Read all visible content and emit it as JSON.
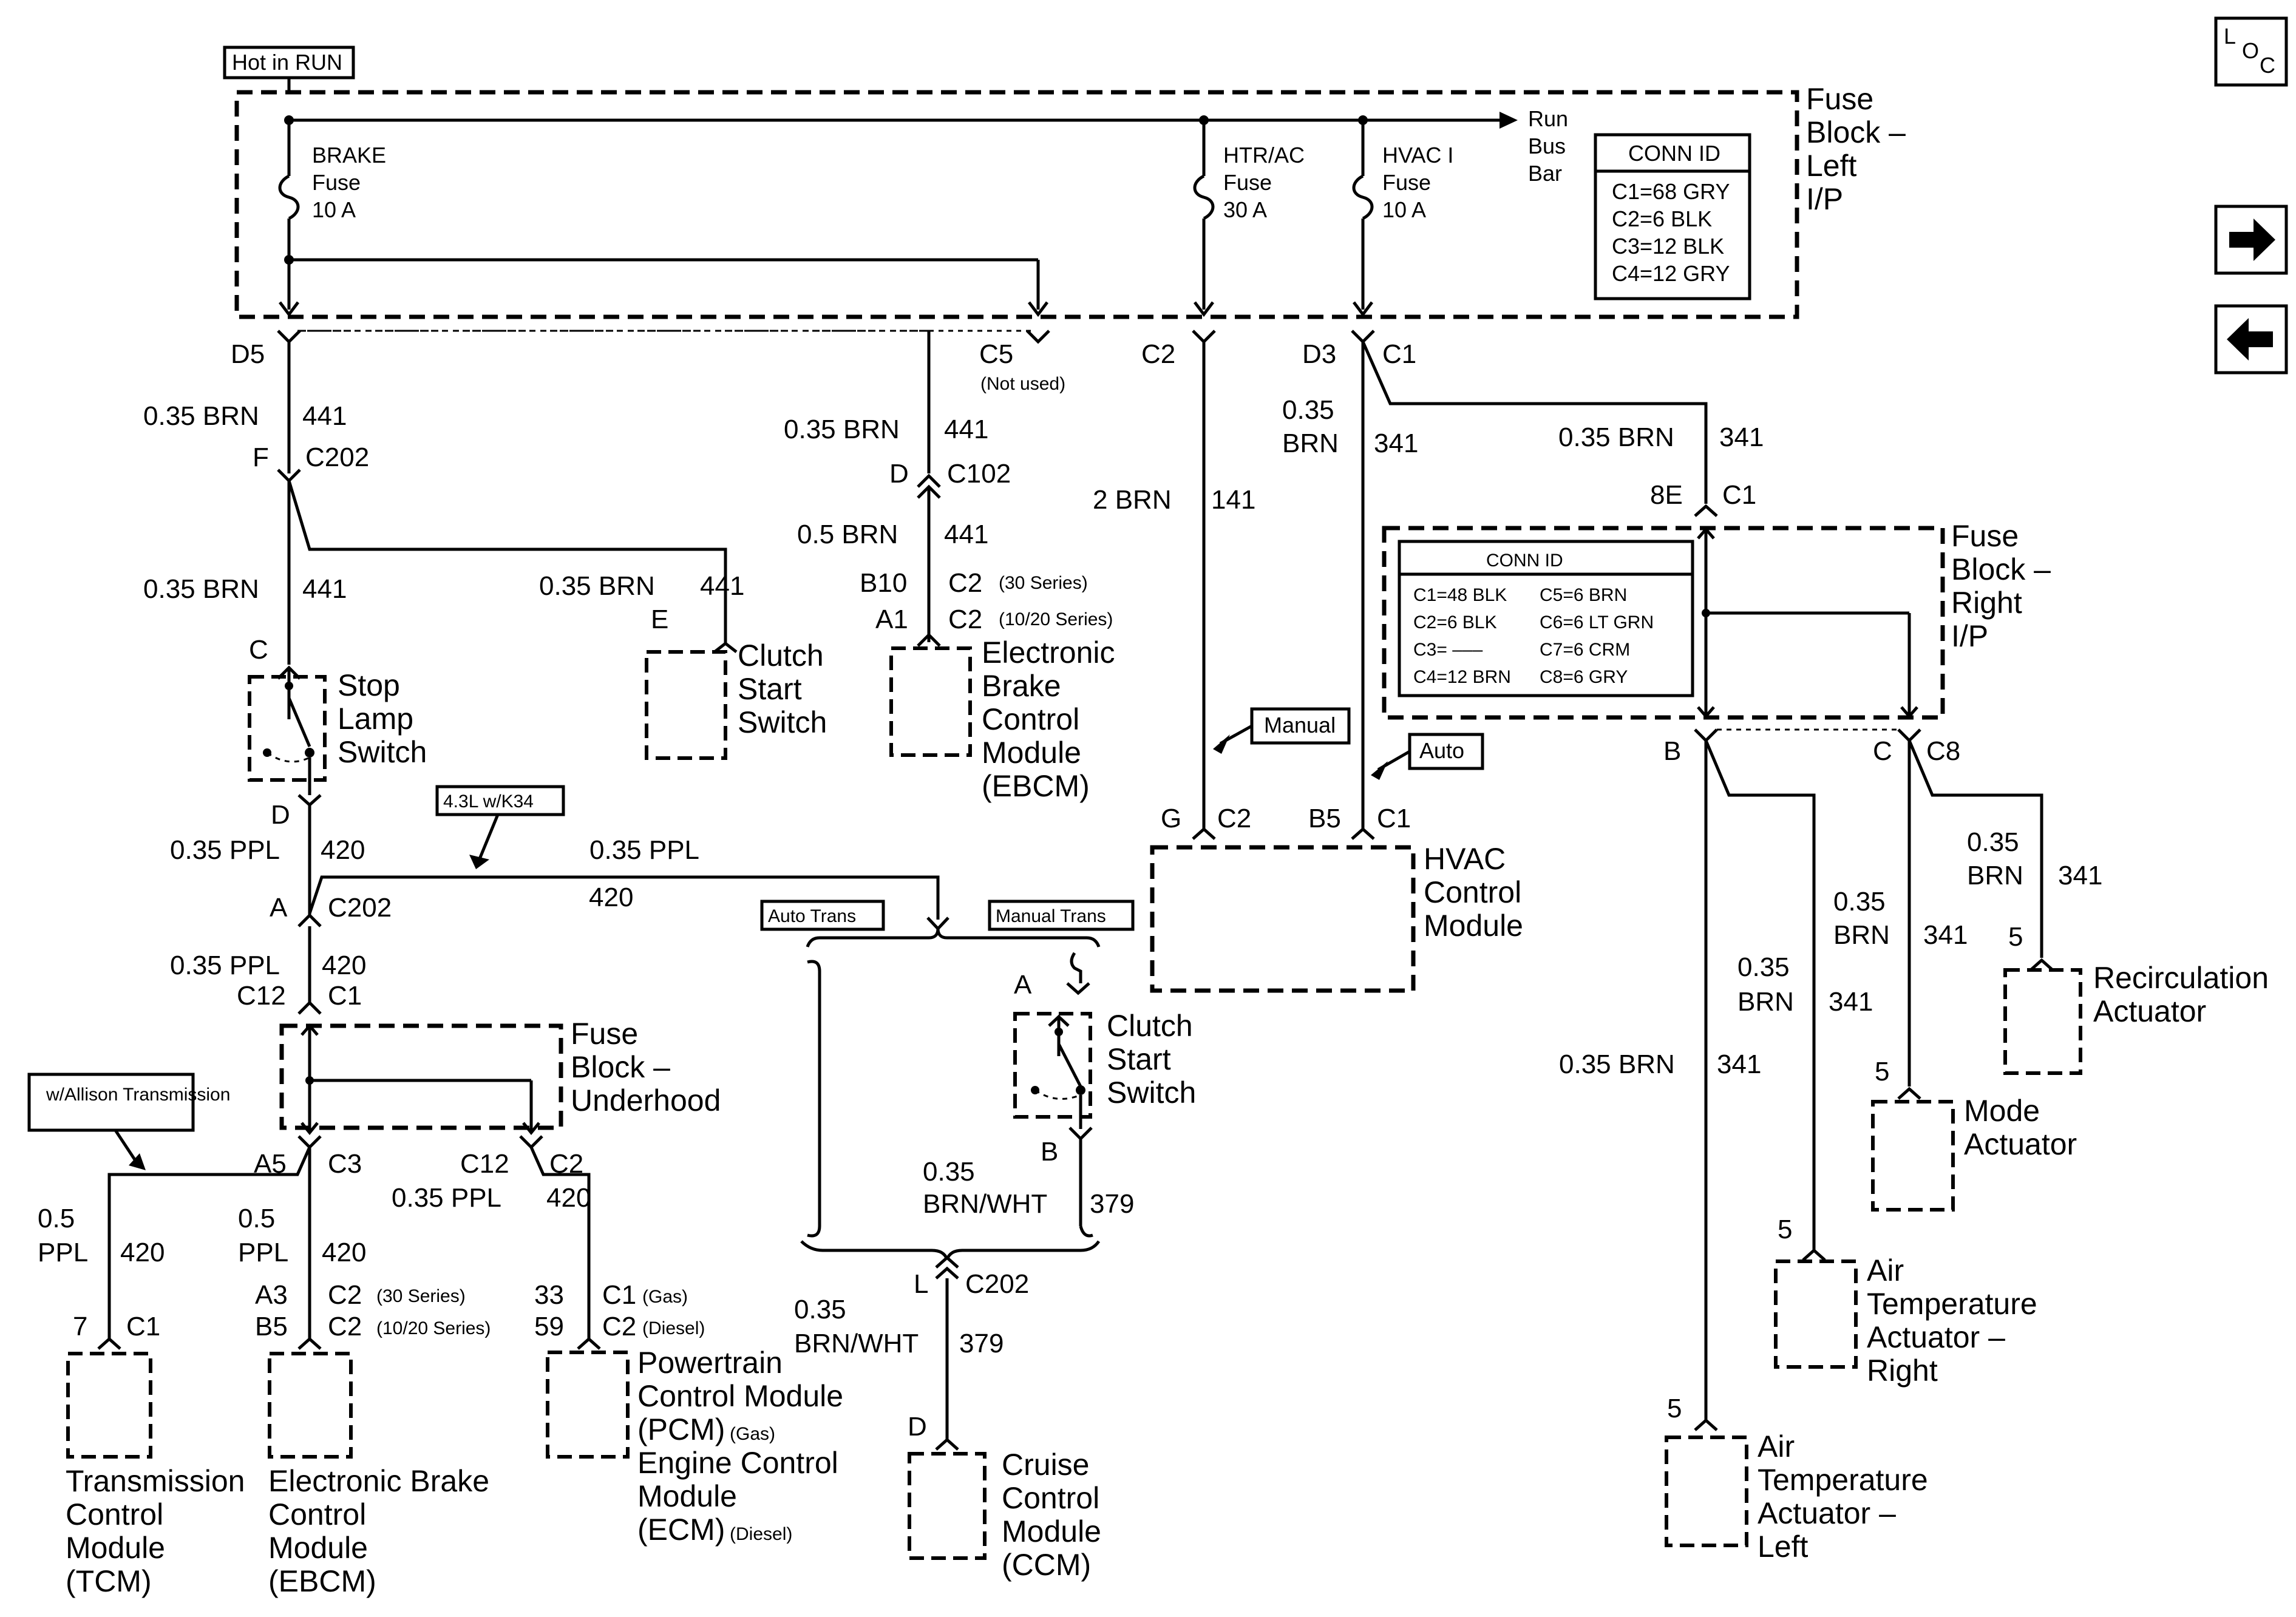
{
  "nav": {
    "loc_icon": "loc-icon",
    "next_icon": "arrow-right-icon",
    "prev_icon": "arrow-left-icon"
  },
  "tags": {
    "hot_in_run": "Hot in RUN",
    "k34": "4.3L w/K34",
    "allison": "w/Allison Transmission",
    "auto_trans": "Auto Trans",
    "manual_trans": "Manual Trans",
    "manual": "Manual",
    "auto": "Auto"
  },
  "fuse_block_left": {
    "title_lines": [
      "Fuse",
      "Block –",
      "Left",
      "I/P"
    ],
    "run_bus_lines": [
      "Run",
      "Bus",
      "Bar"
    ],
    "brake_fuse_lines": [
      "BRAKE",
      "Fuse",
      "10 A"
    ],
    "htr_fuse_lines": [
      "HTR/AC",
      "Fuse",
      "30 A"
    ],
    "hvac_fuse_lines": [
      "HVAC I",
      "Fuse",
      "10 A"
    ],
    "conn_id_title": "CONN ID",
    "conn_id": [
      "C1=68 GRY",
      "C2=6 BLK",
      "C3=12 BLK",
      "C4=12 GRY"
    ]
  },
  "fuse_block_right": {
    "title_lines": [
      "Fuse",
      "Block –",
      "Right",
      "I/P"
    ],
    "conn_id_title": "CONN ID",
    "conn_id_col1": [
      "C1=48 BLK",
      "C2=6 BLK",
      "C3= –––",
      "C4=12 BRN"
    ],
    "conn_id_col2": [
      "C5=6 BRN",
      "C6=6 LT GRN",
      "C7=6 CRM",
      "C8=6 GRY"
    ]
  },
  "fuse_block_underhood": {
    "title_lines": [
      "Fuse",
      "Block –",
      "Underhood"
    ]
  },
  "pins": {
    "d5": "D5",
    "c5": "C5",
    "not_used": "(Not used)",
    "c2_top": "C2",
    "d3": "D3",
    "c1_top": "C1",
    "f": "F",
    "c202_f": "C202",
    "d_c102": "D",
    "c102": "C102",
    "b10": "B10",
    "c2_30": "C2",
    "series_30": "(30 Series)",
    "a1": "A1",
    "c2_1020": "C2",
    "series_1020": "(10/20 Series)",
    "e": "E",
    "c_stop": "C",
    "d_stop": "D",
    "a_c202": "A",
    "c202_a": "C202",
    "c12_uh": "C12",
    "c1_uh": "C1",
    "a5": "A5",
    "c3_uh": "C3",
    "c12_b": "C12",
    "c2_b": "C2",
    "pin7": "7",
    "c1_tcm": "C1",
    "a3": "A3",
    "c2_30b": "C2",
    "series_30b": "(30 Series)",
    "b5_ebcm": "B5",
    "c2_1020b": "C2",
    "series_1020b": "(10/20 Series)",
    "n33": "33",
    "c1_gas": "C1",
    "gas1": "(Gas)",
    "n59": "59",
    "c2_diesel": "C2",
    "diesel1": "(Diesel)",
    "a_clutch": "A",
    "b_clutch": "B",
    "l": "L",
    "c202_l": "C202",
    "d_ccm": "D",
    "g": "G",
    "c2_hvac": "C2",
    "b5_hvac": "B5",
    "c1_hvac": "C1",
    "e8": "8E",
    "c1_r": "C1",
    "b_r": "B",
    "c_r": "C",
    "c8": "C8",
    "p5_recirc": "5",
    "p5_mode": "5",
    "p5_airr": "5",
    "p5_airl": "5"
  },
  "wires": {
    "w1_color": "0.35 BRN",
    "w1_num": "441",
    "w2_color": "0.35 BRN",
    "w2_num": "441",
    "w3_color": "0.5 BRN",
    "w3_num": "441",
    "w4_color": "0.35 BRN",
    "w4_num": "441",
    "w5_color": "0.35 BRN",
    "w5_num": "441",
    "w6_color": "2 BRN",
    "w6_num": "141",
    "w7_color_1": "0.35",
    "w7_color_2": "BRN",
    "w7_num": "341",
    "w8_color": "0.35 BRN",
    "w8_num": "341",
    "w9_color": "0.35 PPL",
    "w9_num": "420",
    "w10_color": "0.35 PPL",
    "w10_num": "420",
    "w11_color": "0.35 PPL",
    "w11_num": "420",
    "w12_color_1": "0.5",
    "w12_color_2": "PPL",
    "w12_num": "420",
    "w13_color_1": "0.5",
    "w13_color_2": "PPL",
    "w13_num": "420",
    "w14_color": "0.35 PPL",
    "w14_num": "420",
    "w15_color_1": "0.35",
    "w15_color_2": "BRN/WHT",
    "w15_num": "379",
    "w16_color_1": "0.35",
    "w16_color_2": "BRN/WHT",
    "w16_num": "379",
    "w17_color": "0.35 BRN",
    "w17_num": "341",
    "w18_color_1": "0.35",
    "w18_color_2": "BRN",
    "w18_num": "341",
    "w19_color_1": "0.35",
    "w19_color_2": "BRN",
    "w19_num": "341",
    "w20_color_1": "0.35",
    "w20_color_2": "BRN",
    "w20_num": "341"
  },
  "components": {
    "stop_lamp": [
      "Stop",
      "Lamp",
      "Switch"
    ],
    "clutch_top": [
      "Clutch",
      "Start",
      "Switch"
    ],
    "ebcm_top": [
      "Electronic",
      "Brake",
      "Control",
      "Module",
      "(EBCM)"
    ],
    "hvac": [
      "HVAC",
      "Control",
      "Module"
    ],
    "clutch_mid": [
      "Clutch",
      "Start",
      "Switch"
    ],
    "tcm": [
      "Transmission",
      "Control",
      "Module",
      "(TCM)"
    ],
    "ebcm_bottom": [
      "Electronic Brake",
      "Control",
      "Module",
      "(EBCM)"
    ],
    "pcm_1": "Powertrain",
    "pcm_2": "Control Module",
    "pcm_3": "(PCM)",
    "pcm_gas": "(Gas)",
    "ecm_1": "Engine Control",
    "ecm_2": "Module",
    "ecm_3": "(ECM)",
    "ecm_diesel": "(Diesel)",
    "ccm": [
      "Cruise",
      "Control",
      "Module",
      "(CCM)"
    ],
    "recirc": [
      "Recirculation",
      "Actuator"
    ],
    "mode": [
      "Mode",
      "Actuator"
    ],
    "air_right": [
      "Air",
      "Temperature",
      "Actuator –",
      "Right"
    ],
    "air_left": [
      "Air",
      "Temperature",
      "Actuator –",
      "Left"
    ]
  }
}
